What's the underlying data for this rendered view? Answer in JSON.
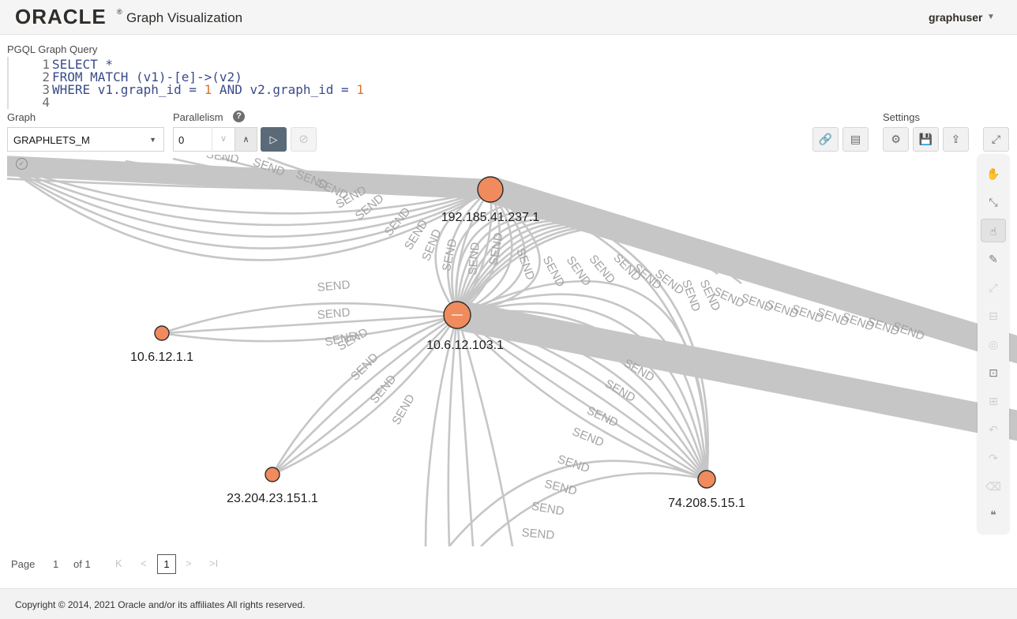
{
  "header": {
    "logo_text": "ORACLE",
    "logo_mark": "®",
    "app_title": "Graph Visualization",
    "username": "graphuser",
    "user_menu_icon": "caret-down-icon"
  },
  "query": {
    "label": "PGQL Graph Query",
    "lines": [
      {
        "n": "1",
        "tokens": [
          {
            "t": "SELECT *",
            "k": "kw"
          }
        ]
      },
      {
        "n": "2",
        "tokens": [
          {
            "t": "FROM MATCH (v1)-[e]->(v2)",
            "k": "kw"
          }
        ]
      },
      {
        "n": "3",
        "tokens": [
          {
            "t": "WHERE v1.graph_id = ",
            "k": "kw"
          },
          {
            "t": "1",
            "k": "num"
          },
          {
            "t": " AND v2.graph_id = ",
            "k": "kw"
          },
          {
            "t": "1",
            "k": "num"
          }
        ]
      },
      {
        "n": "4",
        "tokens": []
      }
    ]
  },
  "controls": {
    "graph_label": "Graph",
    "graph_value": "GRAPHLETS_M",
    "parallelism_label": "Parallelism",
    "parallelism_value": "0",
    "settings_label": "Settings",
    "help_icon": "?",
    "run_icon": "▷",
    "cancel_icon": "⊘",
    "step_down": "∨",
    "step_up": "∧",
    "toolbar_icons": [
      "🔗",
      "▤",
      "⚙",
      "💾",
      "⇪",
      "⤢"
    ]
  },
  "graph": {
    "edge_label": "SEND",
    "edge_color": "#c6c6c6",
    "node_color": "#ef8b5c",
    "nodes": [
      {
        "id": "center",
        "label": "10.6.12.103.1"
      },
      {
        "id": "top",
        "label": "192.185.41.237.1"
      },
      {
        "id": "left",
        "label": "10.6.12.1.1"
      },
      {
        "id": "bl",
        "label": "23.204.23.151.1"
      },
      {
        "id": "br",
        "label": "74.208.5.15.1"
      }
    ]
  },
  "side_tools": [
    "✋",
    "⤡",
    "☝",
    "✎",
    "⤢",
    "⊟",
    "◎",
    "⊡",
    "⊞",
    "↶",
    "↷",
    "⌫",
    "❝"
  ],
  "pagination": {
    "page_label": "Page",
    "page_value": "1",
    "of_label": "of 1",
    "current_page": "1",
    "first_icon": "K",
    "prev_icon": "<",
    "next_icon": ">",
    "last_icon": ">I"
  },
  "footer": {
    "copyright": "Copyright © 2014, 2021 Oracle and/or its affiliates All rights reserved."
  }
}
